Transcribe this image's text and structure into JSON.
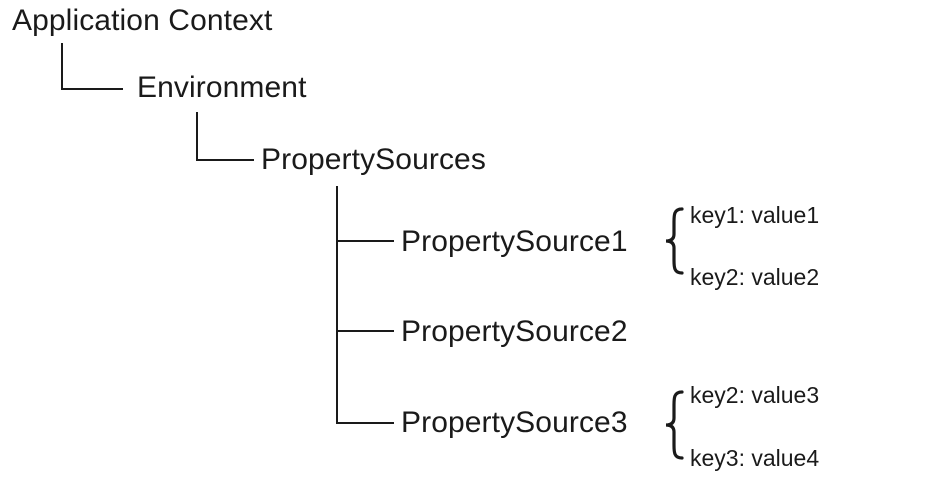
{
  "tree": {
    "root": "Application Context",
    "level1": "Environment",
    "level2": "PropertySources",
    "sources": [
      {
        "name": "PropertySource1",
        "entries": [
          "key1: value1",
          "key2: value2"
        ]
      },
      {
        "name": "PropertySource2",
        "entries": []
      },
      {
        "name": "PropertySource3",
        "entries": [
          "key2: value3",
          "key3: value4"
        ]
      }
    ]
  },
  "colors": {
    "stroke": "#1a1a1a",
    "background": "#ffffff"
  }
}
